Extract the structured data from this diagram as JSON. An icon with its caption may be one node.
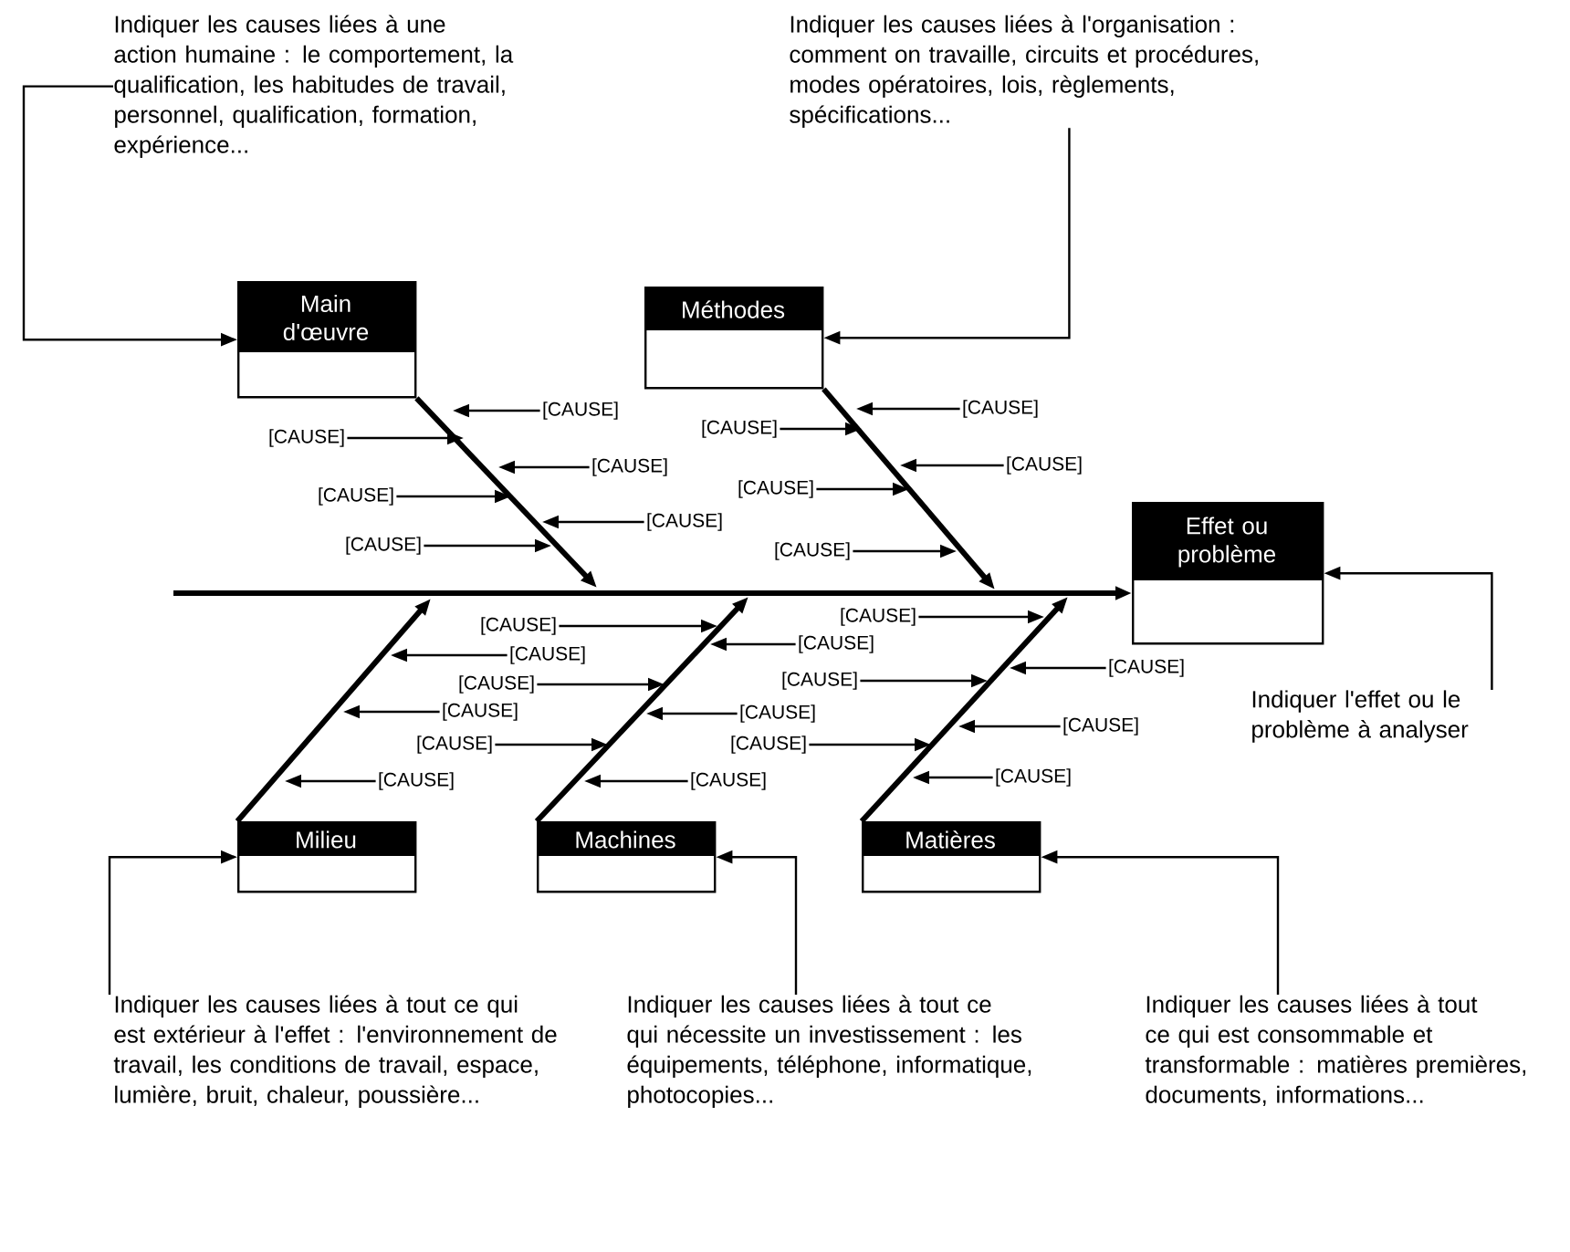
{
  "diagram": {
    "nodes": [
      {
        "text": [
          "Indiquer les causes liées à une action humaine : le comportement, la qualification, les habitudes de travail, personnel, qualification, formation, expérience..."
        ]
      },
      {
        "text": [
          "Indiquer les causes liées à l'organisation : comment on travaille, circuits et procédures, modes opératoires, lois, règlements, spécifications..."
        ]
      },
      {
        "text": [
          "Main d'œuvre"
        ]
      },
      {
        "text": [
          "Méthodes"
        ]
      },
      {
        "text": [
          "[CAUSE]"
        ]
      },
      {
        "text": [
          "[CAUSE]"
        ]
      },
      {
        "text": [
          "[CAUSE]"
        ]
      },
      {
        "text": [
          "[CAUSE]"
        ]
      },
      {
        "text": [
          "[CAUSE]"
        ]
      },
      {
        "text": [
          "[CAUSE]"
        ]
      },
      {
        "text": [
          "[CAUSE]"
        ]
      },
      {
        "text": [
          "[CAUSE]"
        ]
      },
      {
        "text": [
          "[CAUSE]"
        ]
      },
      {
        "text": [
          "[CAUSE]"
        ]
      },
      {
        "text": [
          "[CAUSE]"
        ]
      },
      {
        "text": [
          "Effet ou problème"
        ]
      },
      {
        "text": [
          "Indiquer l'effet ou le problème à analyser"
        ]
      },
      {
        "text": [
          "[CAUSE]"
        ]
      },
      {
        "text": [
          "[CAUSE]"
        ]
      },
      {
        "text": [
          "[CAUSE]"
        ]
      },
      {
        "text": [
          "[CAUSE]"
        ]
      },
      {
        "text": [
          "[CAUSE]"
        ]
      },
      {
        "text": [
          "[CAUSE]"
        ]
      },
      {
        "text": [
          "[CAUSE]"
        ]
      },
      {
        "text": [
          "[CAUSE]"
        ]
      },
      {
        "text": [
          "[CAUSE]"
        ]
      },
      {
        "text": [
          "[CAUSE]"
        ]
      },
      {
        "text": [
          "[CAUSE]"
        ]
      },
      {
        "text": [
          "[CAUSE]"
        ]
      },
      {
        "text": [
          "[CAUSE]"
        ]
      },
      {
        "text": [
          "[CAUSE]"
        ]
      },
      {
        "text": [
          "[CAUSE]"
        ]
      },
      {
        "text": [
          "Milieu"
        ]
      },
      {
        "text": [
          "Machines"
        ]
      },
      {
        "text": [
          "Matières"
        ]
      },
      {
        "text": [
          "Indiquer les causes liées à tout ce qui est extérieur à l'effet : l'environnement de travail, les conditions de travail, espace, lumière, bruit, chaleur, poussière..."
        ]
      },
      {
        "text": [
          "Indiquer les causes liées à tout ce qui nécessite un investissement : les équipements, téléphone, informatique, photocopies..."
        ]
      },
      {
        "text": [
          "Indiquer les causes liées à tout ce qui est consommable et transformable : matières premières, documents, informations..."
        ]
      }
    ],
    "edges": [
      {
        "from": null,
        "to": 15,
        "arrow": "to",
        "style": "thick"
      },
      {
        "from": 2,
        "to": null,
        "arrow": "to",
        "style": "thick"
      },
      {
        "from": 3,
        "to": null,
        "arrow": "to",
        "style": "thick"
      },
      {
        "from": 32,
        "to": null,
        "arrow": "to",
        "style": "thick"
      },
      {
        "from": 33,
        "to": null,
        "arrow": "to",
        "style": "thick"
      },
      {
        "from": 34,
        "to": null,
        "arrow": "to",
        "style": "thick"
      },
      {
        "from": 0,
        "to": 2,
        "arrow": "to"
      },
      {
        "from": 1,
        "to": 3,
        "arrow": "to"
      },
      {
        "from": 16,
        "to": 15,
        "arrow": "to"
      },
      {
        "from": 35,
        "to": 32,
        "arrow": "to"
      },
      {
        "from": 36,
        "to": 33,
        "arrow": "to"
      },
      {
        "from": 37,
        "to": 34,
        "arrow": "to"
      },
      {
        "from": 4,
        "to": null,
        "arrow": "to"
      },
      {
        "from": 5,
        "to": null,
        "arrow": "to"
      },
      {
        "from": 6,
        "to": null,
        "arrow": "to"
      },
      {
        "from": 7,
        "to": null,
        "arrow": "to"
      },
      {
        "from": 8,
        "to": null,
        "arrow": "to"
      },
      {
        "from": 9,
        "to": null,
        "arrow": "to"
      },
      {
        "from": 10,
        "to": null,
        "arrow": "to"
      },
      {
        "from": 11,
        "to": null,
        "arrow": "to"
      },
      {
        "from": 12,
        "to": null,
        "arrow": "to"
      },
      {
        "from": 13,
        "to": null,
        "arrow": "to"
      },
      {
        "from": 14,
        "to": null,
        "arrow": "to"
      },
      {
        "from": 17,
        "to": null,
        "arrow": "to"
      },
      {
        "from": 18,
        "to": null,
        "arrow": "to"
      },
      {
        "from": 19,
        "to": null,
        "arrow": "to"
      },
      {
        "from": 20,
        "to": null,
        "arrow": "to"
      },
      {
        "from": 21,
        "to": null,
        "arrow": "to"
      },
      {
        "from": 22,
        "to": null,
        "arrow": "to"
      },
      {
        "from": 23,
        "to": null,
        "arrow": "to"
      },
      {
        "from": 24,
        "to": null,
        "arrow": "to"
      },
      {
        "from": 25,
        "to": null,
        "arrow": "to"
      },
      {
        "from": 26,
        "to": null,
        "arrow": "to"
      },
      {
        "from": 27,
        "to": null,
        "arrow": "to"
      },
      {
        "from": 28,
        "to": null,
        "arrow": "to"
      },
      {
        "from": 29,
        "to": null,
        "arrow": "to"
      },
      {
        "from": 30,
        "to": null,
        "arrow": "to"
      },
      {
        "from": 31,
        "to": null,
        "arrow": "to"
      }
    ]
  }
}
